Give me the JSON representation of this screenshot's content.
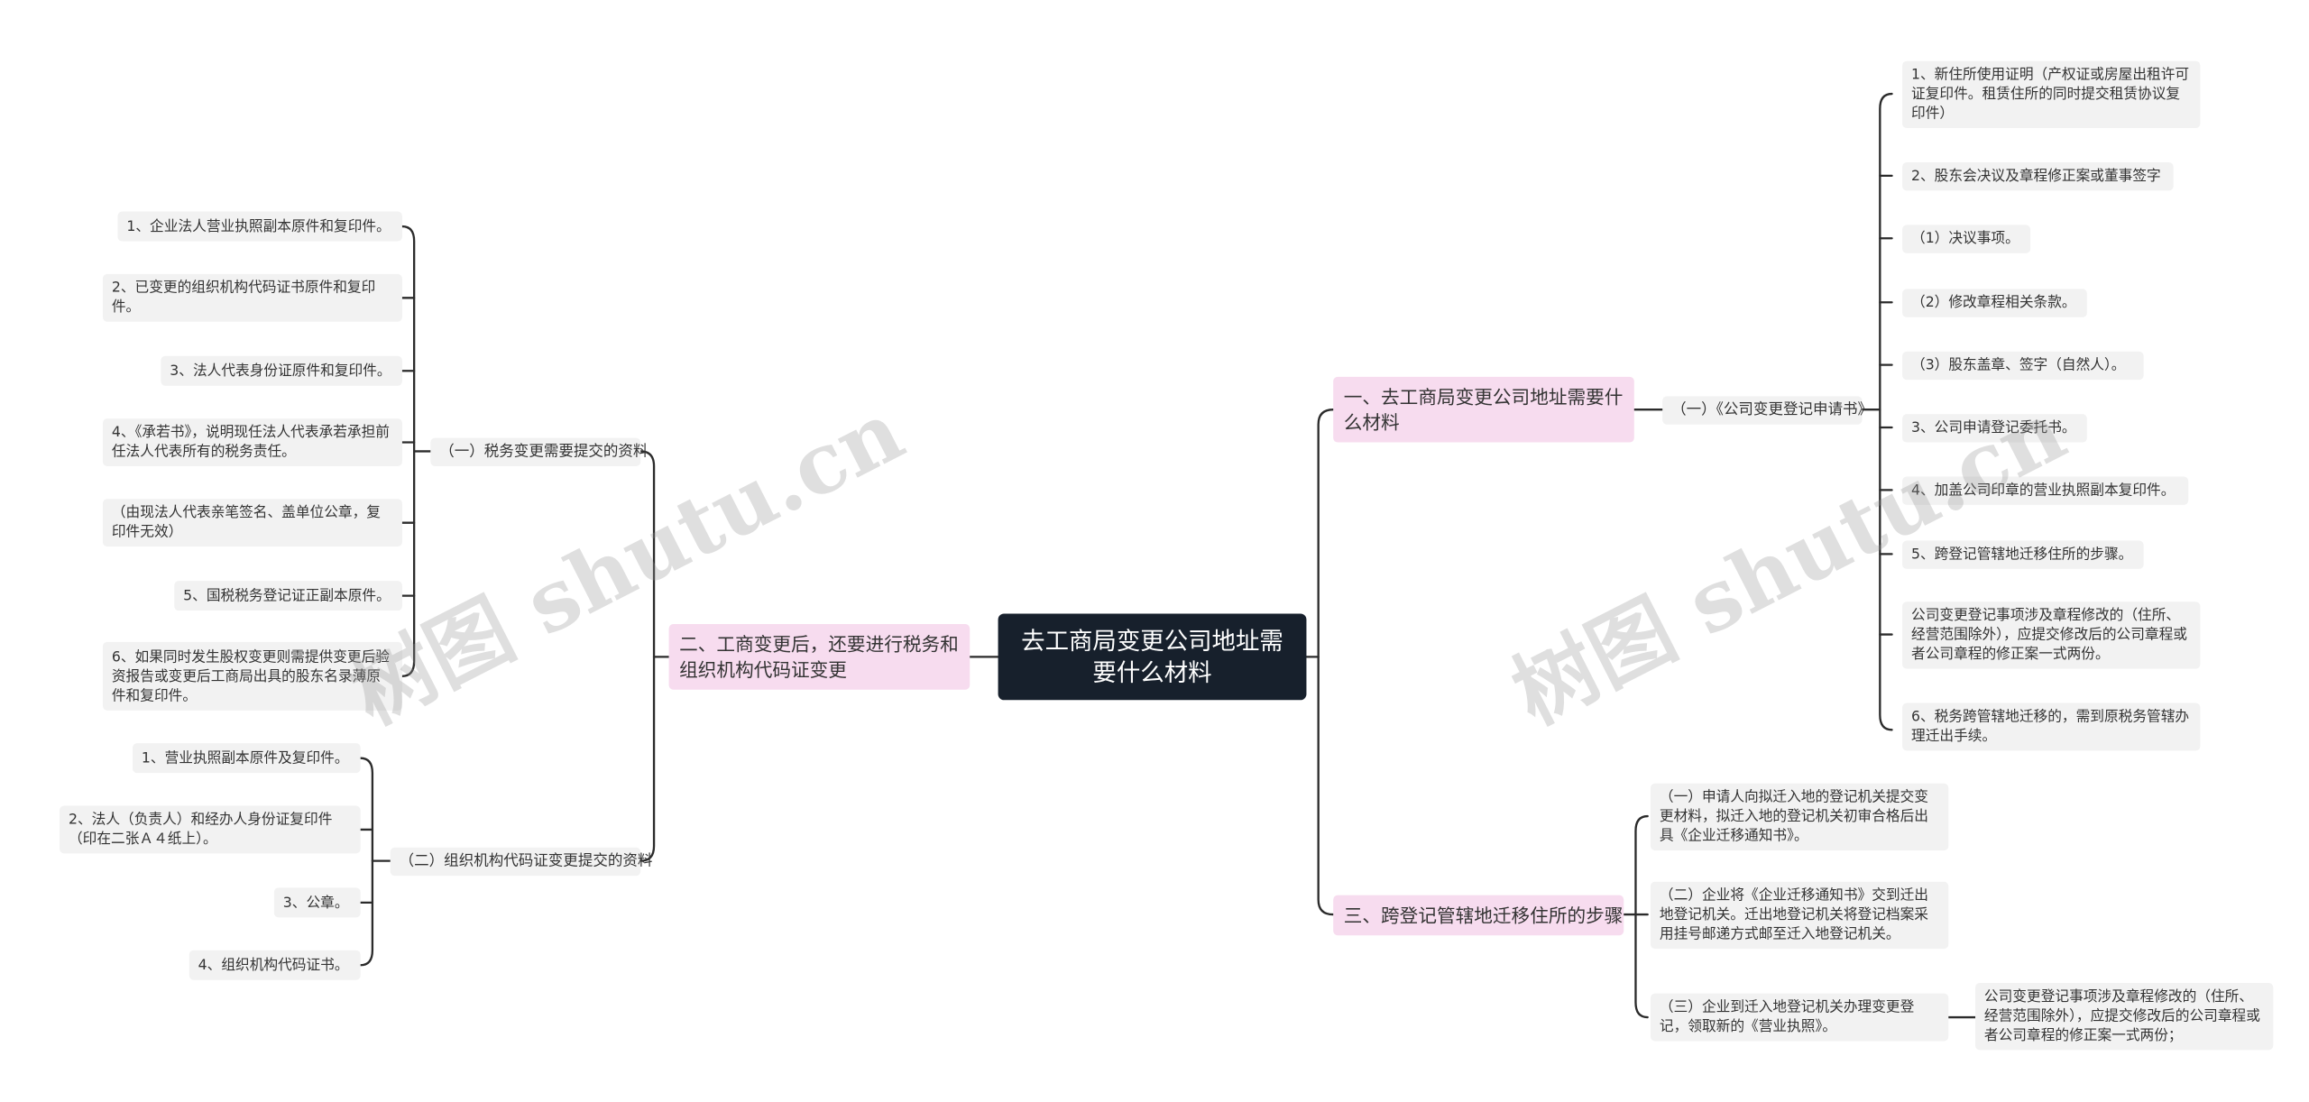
{
  "watermark": "树图 shutu.cn",
  "root": "去工商局变更公司地址需要什么材料",
  "branches": {
    "b1": "一、去工商局变更公司地址需要什么材料",
    "b2": "二、工商变更后，还要进行税务和组织机构代码证变更",
    "b3": "三、跨登记管辖地迁移住所的步骤"
  },
  "subs": {
    "s1": "（一）《公司变更登记申请书》",
    "s2": "（一）税务变更需要提交的资料",
    "s3": "（二）组织机构代码证变更提交的资料"
  },
  "s1_items": [
    "1、新住所使用证明（产权证或房屋出租许可证复印件。租赁住所的同时提交租赁协议复印件）",
    "2、股东会决议及章程修正案或董事签字",
    "（1）决议事项。",
    "（2）修改章程相关条款。",
    "（3）股东盖章、签字（自然人）。",
    "3、公司申请登记委托书。",
    "4、加盖公司印章的营业执照副本复印件。",
    "5、跨登记管辖地迁移住所的步骤。",
    "公司变更登记事项涉及章程修改的（住所、经营范围除外），应提交修改后的公司章程或者公司章程的修正案一式两份。",
    "6、税务跨管辖地迁移的，需到原税务管辖办理迁出手续。"
  ],
  "s2_items": [
    "1、企业法人营业执照副本原件和复印件。",
    "2、已变更的组织机构代码证书原件和复印件。",
    "3、法人代表身份证原件和复印件。",
    "4、《承若书》，说明现任法人代表承若承担前任法人代表所有的税务责任。",
    "（由现法人代表亲笔签名、盖单位公章，复印件无效）",
    "5、国税税务登记证正副本原件。",
    "6、如果同时发生股权变更则需提供变更后验资报告或变更后工商局出具的股东名录薄原件和复印件。"
  ],
  "s3_items": [
    "1、营业执照副本原件及复印件。",
    "2、法人（负责人）和经办人身份证复印件（印在二张Ａ４纸上）。",
    "3、公章。",
    "4、组织机构代码证书。"
  ],
  "b3_items": [
    "（一）申请人向拟迁入地的登记机关提交变更材料，拟迁入地的登记机关初审合格后出具《企业迁移通知书》。",
    "（二）企业将《企业迁移通知书》交到迁出地登记机关。迁出地登记机关将登记档案采用挂号邮递方式邮至迁入地登记机关。",
    "（三）企业到迁入地登记机关办理变更登记，领取新的《营业执照》。"
  ],
  "b3_item3_child": "公司变更登记事项涉及章程修改的（住所、经营范围除外），应提交修改后的公司章程或者公司章程的修正案一式两份；"
}
